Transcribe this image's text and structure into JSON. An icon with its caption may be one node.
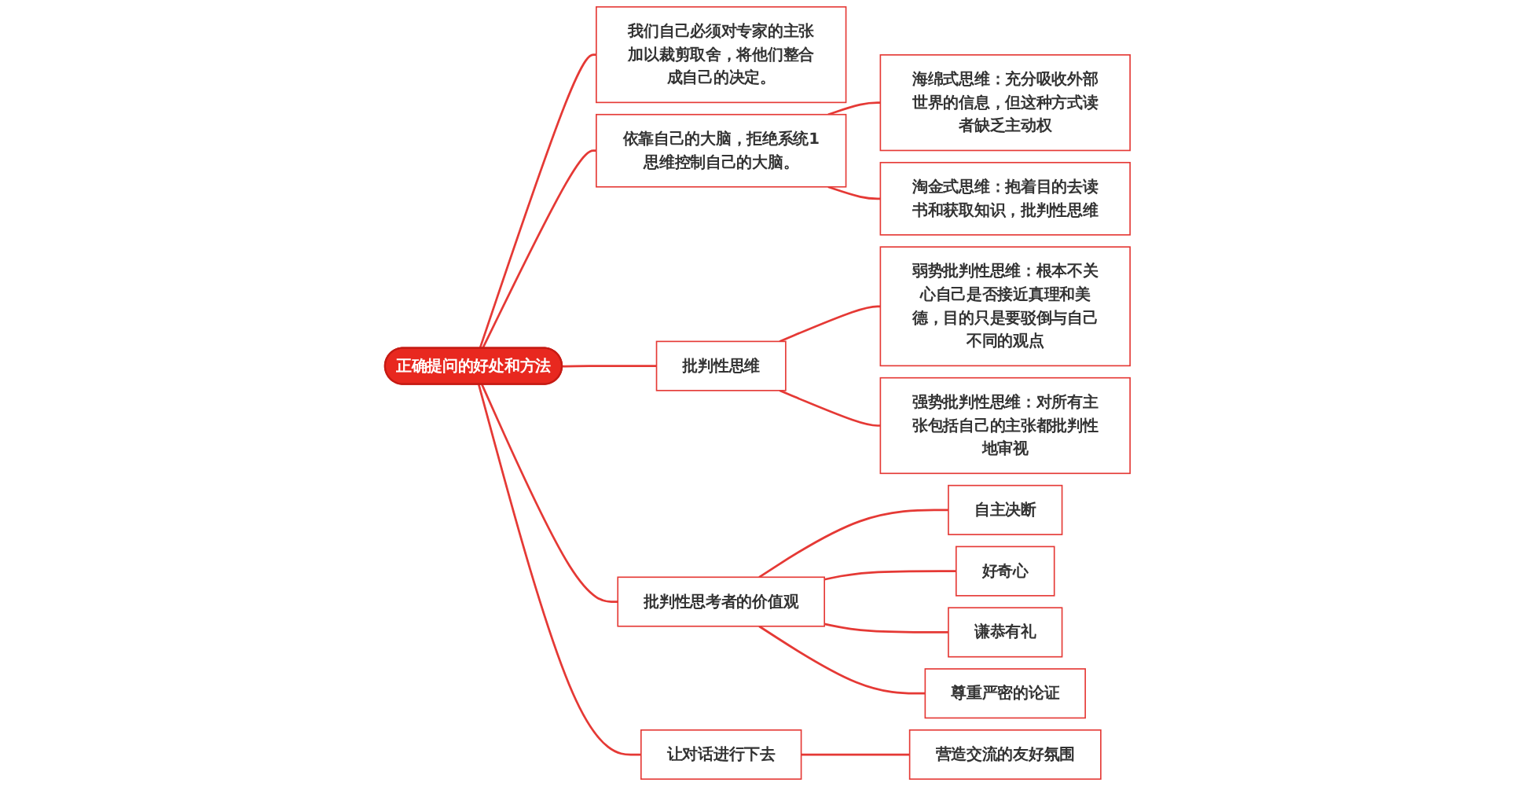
{
  "diagram": {
    "nodes": [
      {
        "text": [
          "正确提问的好处和方法"
        ]
      },
      {
        "text": [
          "我们自己必须对专家的主张加以裁剪取舍，将他们整合成自己的决定。"
        ]
      },
      {
        "text": [
          "依靠自己的大脑，拒绝系统1思维控制自己的大脑。"
        ]
      },
      {
        "text": [
          "海绵式思维：充分吸收外部世界的信息，但这种方式读者缺乏主动权"
        ]
      },
      {
        "text": [
          "淘金式思维：抱着目的去读书和获取知识，批判性思维"
        ]
      },
      {
        "text": [
          "批判性思维"
        ]
      },
      {
        "text": [
          "弱势批判性思维：根本不关心自己是否接近真理和美德，目的只是要驳倒与自己不同的观点"
        ]
      },
      {
        "text": [
          "强势批判性思维：对所有主张包括自己的主张都批判性地审视"
        ]
      },
      {
        "text": [
          "批判性思考者的价值观"
        ]
      },
      {
        "text": [
          "自主决断"
        ]
      },
      {
        "text": [
          "好奇心"
        ]
      },
      {
        "text": [
          "谦恭有礼"
        ]
      },
      {
        "text": [
          "尊重严密的论证"
        ]
      },
      {
        "text": [
          "让对话进行下去"
        ]
      },
      {
        "text": [
          "营造交流的友好氛围"
        ]
      }
    ],
    "edges": [
      {
        "from": 0,
        "to": 1,
        "arrow": "none"
      },
      {
        "from": 0,
        "to": 2,
        "arrow": "none"
      },
      {
        "from": 2,
        "to": 3,
        "arrow": "none"
      },
      {
        "from": 2,
        "to": 4,
        "arrow": "none"
      },
      {
        "from": 0,
        "to": 5,
        "arrow": "none"
      },
      {
        "from": 5,
        "to": 6,
        "arrow": "none"
      },
      {
        "from": 5,
        "to": 7,
        "arrow": "none"
      },
      {
        "from": 0,
        "to": 8,
        "arrow": "none"
      },
      {
        "from": 8,
        "to": 9,
        "arrow": "none"
      },
      {
        "from": 8,
        "to": 10,
        "arrow": "none"
      },
      {
        "from": 8,
        "to": 11,
        "arrow": "none"
      },
      {
        "from": 8,
        "to": 12,
        "arrow": "none"
      },
      {
        "from": 0,
        "to": 13,
        "arrow": "none"
      },
      {
        "from": 13,
        "to": 14,
        "arrow": "none"
      }
    ]
  }
}
